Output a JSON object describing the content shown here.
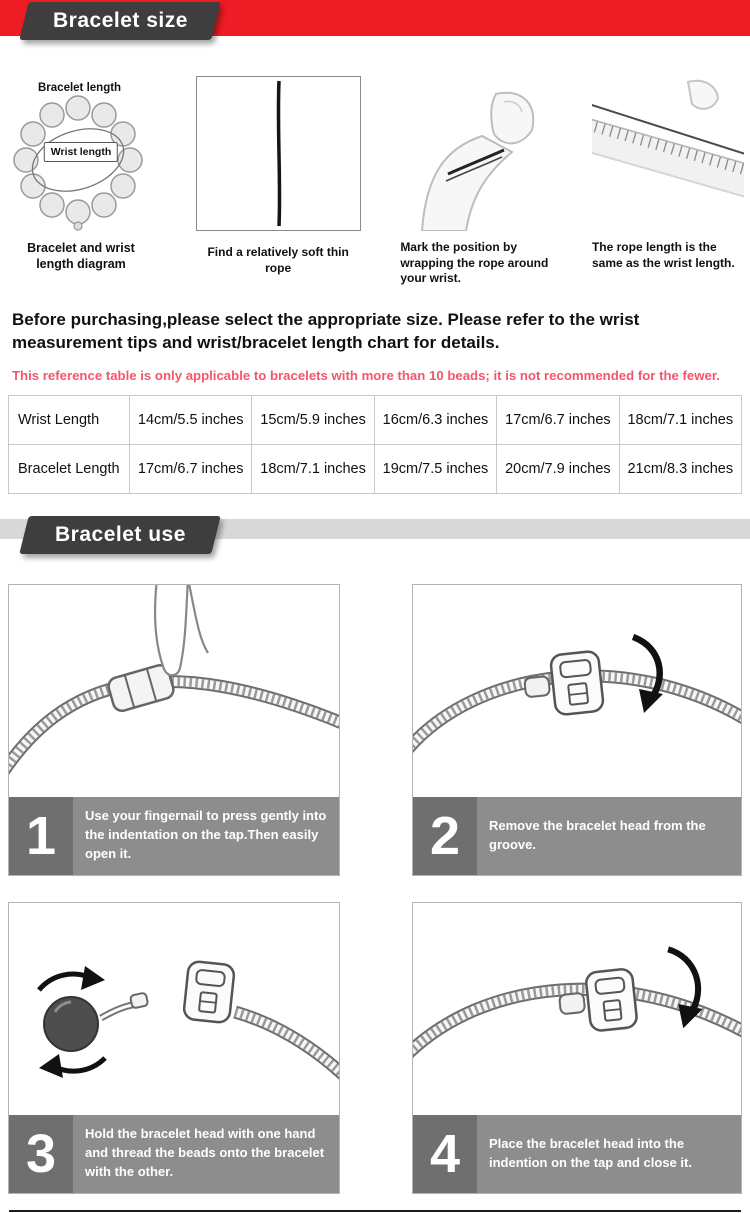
{
  "banner_size": {
    "label": "Bracelet size"
  },
  "banner_use": {
    "label": "Bracelet use"
  },
  "measure": {
    "panels": [
      {
        "caption": "Bracelet and wrist length diagram",
        "label_bracelet": "Bracelet length",
        "label_wrist": "Wrist length"
      },
      {
        "caption": "Find a relatively soft thin rope"
      },
      {
        "caption": "Mark the position by wrapping the rope around your wrist."
      },
      {
        "caption": "The rope length is the same as the wrist length."
      }
    ]
  },
  "intro": "Before purchasing,please select the appropriate size. Please refer to the wrist measurement tips and wrist/bracelet length chart for details.",
  "note": "This reference table is only applicable to bracelets with more than 10 beads; it is not recommended for the fewer.",
  "size_table": {
    "rows": [
      {
        "label": "Wrist Length",
        "values": [
          "14cm/5.5 inches",
          "15cm/5.9 inches",
          "16cm/6.3 inches",
          "17cm/6.7 inches",
          "18cm/7.1 inches"
        ]
      },
      {
        "label": "Bracelet Length",
        "values": [
          "17cm/6.7 inches",
          "18cm/7.1 inches",
          "19cm/7.5 inches",
          "20cm/7.9 inches",
          "21cm/8.3 inches"
        ]
      }
    ]
  },
  "use_steps": [
    {
      "number": "1",
      "text": "Use your fingernail to press gently into the indentation on the tap.Then easily open it."
    },
    {
      "number": "2",
      "text": "Remove the bracelet head from the groove."
    },
    {
      "number": "3",
      "text": "Hold the bracelet head with one hand and thread the beads onto the bracelet with the other."
    },
    {
      "number": "4",
      "text": "Place the bracelet head into the indention on the tap and close it."
    }
  ],
  "colors": {
    "banner_red": "#ee1c25",
    "ribbon_dark": "#3e3e3e",
    "note_pink": "#f4566a",
    "strip_gray": "#d8d8d8",
    "caption_bar_gray": "#8d8d8d",
    "number_box_gray": "#6f6f6f"
  }
}
